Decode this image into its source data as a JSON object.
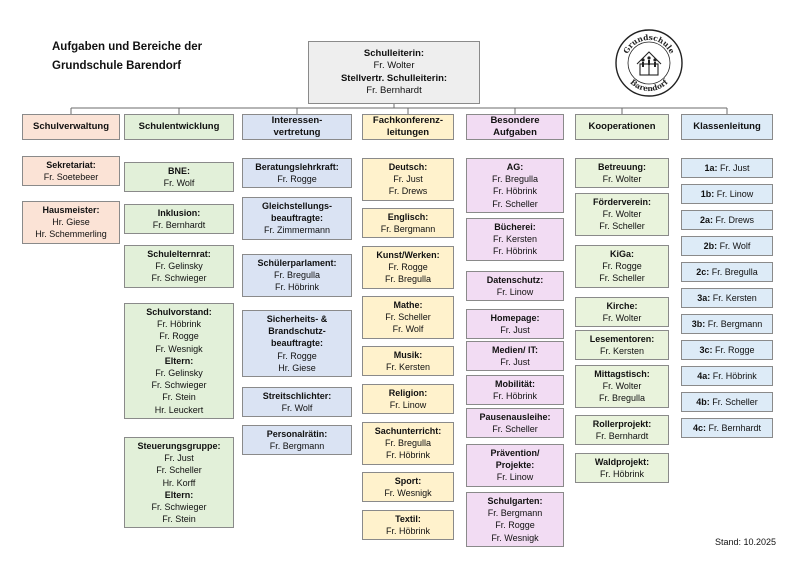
{
  "header": {
    "title_line1": "Aufgaben und Bereiche der",
    "title_line2": "Grundschule Barendorf",
    "stand": "Stand: 10.2025",
    "logo_text_top": "Grundschule",
    "logo_text_bottom": "Barendorf"
  },
  "root": {
    "lines": [
      {
        "t": "Schulleiterin:",
        "b": true
      },
      {
        "t": "Fr. Wolter",
        "b": false
      },
      {
        "t": "Stellvertr. Schulleiterin:",
        "b": true
      },
      {
        "t": "Fr. Bernhardt",
        "b": false
      }
    ]
  },
  "columns": [
    {
      "header": [
        "Schulverwaltung"
      ],
      "color": "#fbe3d6",
      "items": [
        [
          {
            "t": "Sekretariat:",
            "b": true
          },
          {
            "t": "Fr. Soetebeer",
            "b": false
          }
        ],
        [
          {
            "t": "Hausmeister:",
            "b": true
          },
          {
            "t": "Hr. Giese",
            "b": false
          },
          {
            "t": "Hr. Schemmerling",
            "b": false
          }
        ]
      ]
    },
    {
      "header": [
        "Schulentwicklung"
      ],
      "color": "#e2f0d9",
      "items": [
        [
          {
            "t": "BNE:",
            "b": true
          },
          {
            "t": "Fr. Wolf",
            "b": false
          }
        ],
        [
          {
            "t": "Inklusion:",
            "b": true
          },
          {
            "t": "Fr. Bernhardt",
            "b": false
          }
        ],
        [
          {
            "t": "Schulelternrat:",
            "b": true
          },
          {
            "t": "Fr. Gelinsky",
            "b": false
          },
          {
            "t": "Fr. Schwieger",
            "b": false
          }
        ],
        [
          {
            "t": "Schulvorstand:",
            "b": true
          },
          {
            "t": "Fr. Höbrink",
            "b": false
          },
          {
            "t": "Fr. Rogge",
            "b": false
          },
          {
            "t": "Fr. Wesnigk",
            "b": false
          },
          {
            "t": "Eltern:",
            "b": true
          },
          {
            "t": "Fr. Gelinsky",
            "b": false
          },
          {
            "t": "Fr. Schwieger",
            "b": false
          },
          {
            "t": "Fr. Stein",
            "b": false
          },
          {
            "t": "Hr. Leuckert",
            "b": false
          }
        ],
        [
          {
            "t": "Steuerungsgruppe:",
            "b": true
          },
          {
            "t": "Fr. Just",
            "b": false
          },
          {
            "t": "Fr. Scheller",
            "b": false
          },
          {
            "t": "Hr. Korff",
            "b": false
          },
          {
            "t": "Eltern:",
            "b": true
          },
          {
            "t": "Fr. Schwieger",
            "b": false
          },
          {
            "t": "Fr. Stein",
            "b": false
          }
        ]
      ]
    },
    {
      "header": [
        "Interessen-",
        "vertretung"
      ],
      "color": "#dae3f3",
      "items": [
        [
          {
            "t": "Beratungslehrkraft:",
            "b": true
          },
          {
            "t": "Fr. Rogge",
            "b": false
          }
        ],
        [
          {
            "t": "Gleichstellungs-",
            "b": true
          },
          {
            "t": "beauftragte:",
            "b": true
          },
          {
            "t": "Fr. Zimmermann",
            "b": false
          }
        ],
        [
          {
            "t": "Schülerparlament:",
            "b": true
          },
          {
            "t": "Fr. Bregulla",
            "b": false
          },
          {
            "t": "Fr. Höbrink",
            "b": false
          }
        ],
        [
          {
            "t": "Sicherheits- &",
            "b": true
          },
          {
            "t": "Brandschutz-",
            "b": true
          },
          {
            "t": "beauftragte:",
            "b": true
          },
          {
            "t": "Fr. Rogge",
            "b": false
          },
          {
            "t": "Hr. Giese",
            "b": false
          }
        ],
        [
          {
            "t": "Streitschlichter:",
            "b": true
          },
          {
            "t": "Fr. Wolf",
            "b": false
          }
        ],
        [
          {
            "t": "Personalrätin:",
            "b": true
          },
          {
            "t": "Fr. Bergmann",
            "b": false
          }
        ]
      ]
    },
    {
      "header": [
        "Fachkonferenz-",
        "leitungen"
      ],
      "color": "#fff2cc",
      "items": [
        [
          {
            "t": "Deutsch:",
            "b": true
          },
          {
            "t": "Fr. Just",
            "b": false
          },
          {
            "t": "Fr. Drews",
            "b": false
          }
        ],
        [
          {
            "t": "Englisch:",
            "b": true
          },
          {
            "t": "Fr. Bergmann",
            "b": false
          }
        ],
        [
          {
            "t": "Kunst/Werken:",
            "b": true
          },
          {
            "t": "Fr. Rogge",
            "b": false
          },
          {
            "t": "Fr. Bregulla",
            "b": false
          }
        ],
        [
          {
            "t": "Mathe:",
            "b": true
          },
          {
            "t": "Fr. Scheller",
            "b": false
          },
          {
            "t": "Fr. Wolf",
            "b": false
          }
        ],
        [
          {
            "t": "Musik:",
            "b": true
          },
          {
            "t": "Fr. Kersten",
            "b": false
          }
        ],
        [
          {
            "t": "Religion:",
            "b": true
          },
          {
            "t": "Fr. Linow",
            "b": false
          }
        ],
        [
          {
            "t": "Sachunterricht:",
            "b": true
          },
          {
            "t": "Fr. Bregulla",
            "b": false
          },
          {
            "t": "Fr. Höbrink",
            "b": false
          }
        ],
        [
          {
            "t": "Sport:",
            "b": true
          },
          {
            "t": "Fr. Wesnigk",
            "b": false
          }
        ],
        [
          {
            "t": "Textil:",
            "b": true
          },
          {
            "t": "Fr. Höbrink",
            "b": false
          }
        ]
      ]
    },
    {
      "header": [
        "Besondere",
        "Aufgaben"
      ],
      "color": "#f2dcf3",
      "items": [
        [
          {
            "t": "AG:",
            "b": true
          },
          {
            "t": "Fr. Bregulla",
            "b": false
          },
          {
            "t": "Fr. Höbrink",
            "b": false
          },
          {
            "t": "Fr. Scheller",
            "b": false
          }
        ],
        [
          {
            "t": "Bücherei:",
            "b": true
          },
          {
            "t": "Fr. Kersten",
            "b": false
          },
          {
            "t": "Fr. Höbrink",
            "b": false
          }
        ],
        [
          {
            "t": "Datenschutz:",
            "b": true
          },
          {
            "t": "Fr. Linow",
            "b": false
          }
        ],
        [
          {
            "t": "Homepage:",
            "b": true
          },
          {
            "t": "Fr. Just",
            "b": false
          }
        ],
        [
          {
            "t": "Medien/ IT:",
            "b": true
          },
          {
            "t": "Fr. Just",
            "b": false
          }
        ],
        [
          {
            "t": "Mobilität:",
            "b": true
          },
          {
            "t": "Fr. Höbrink",
            "b": false
          }
        ],
        [
          {
            "t": "Pausenausleihe:",
            "b": true
          },
          {
            "t": "Fr. Scheller",
            "b": false
          }
        ],
        [
          {
            "t": "Prävention/",
            "b": true
          },
          {
            "t": "Projekte:",
            "b": true
          },
          {
            "t": "Fr. Linow",
            "b": false
          }
        ],
        [
          {
            "t": "Schulgarten:",
            "b": true
          },
          {
            "t": "Fr. Bergmann",
            "b": false
          },
          {
            "t": "Fr. Rogge",
            "b": false
          },
          {
            "t": "Fr. Wesnigk",
            "b": false
          }
        ]
      ]
    },
    {
      "header": [
        "Kooperationen"
      ],
      "color": "#e9f3dc",
      "items": [
        [
          {
            "t": "Betreuung:",
            "b": true
          },
          {
            "t": "Fr. Wolter",
            "b": false
          }
        ],
        [
          {
            "t": "Förderverein:",
            "b": true
          },
          {
            "t": "Fr. Wolter",
            "b": false
          },
          {
            "t": "Fr. Scheller",
            "b": false
          }
        ],
        [
          {
            "t": "KiGa:",
            "b": true
          },
          {
            "t": "Fr. Rogge",
            "b": false
          },
          {
            "t": "Fr. Scheller",
            "b": false
          }
        ],
        [
          {
            "t": "Kirche:",
            "b": true
          },
          {
            "t": "Fr. Wolter",
            "b": false
          }
        ],
        [
          {
            "t": "Lesementoren:",
            "b": true
          },
          {
            "t": "Fr. Kersten",
            "b": false
          }
        ],
        [
          {
            "t": "Mittagstisch:",
            "b": true
          },
          {
            "t": "Fr. Wolter",
            "b": false
          },
          {
            "t": "Fr. Bregulla",
            "b": false
          }
        ],
        [
          {
            "t": "Rollerprojekt:",
            "b": true
          },
          {
            "t": "Fr. Bernhardt",
            "b": false
          }
        ],
        [
          {
            "t": "Waldprojekt:",
            "b": true
          },
          {
            "t": "Fr. Höbrink",
            "b": false
          }
        ]
      ]
    },
    {
      "header": [
        "Klassenleitung"
      ],
      "color": "#ddebf7",
      "items": [
        [
          {
            "t": "1a:",
            "b": true,
            "n": "Fr. Just"
          }
        ],
        [
          {
            "t": "1b:",
            "b": true,
            "n": "Fr. Linow"
          }
        ],
        [
          {
            "t": "2a:",
            "b": true,
            "n": "Fr. Drews"
          }
        ],
        [
          {
            "t": "2b:",
            "b": true,
            "n": "Fr. Wolf"
          }
        ],
        [
          {
            "t": "2c:",
            "b": true,
            "n": "Fr. Bregulla"
          }
        ],
        [
          {
            "t": "3a:",
            "b": true,
            "n": "Fr. Kersten"
          }
        ],
        [
          {
            "t": "3b:",
            "b": true,
            "n": "Fr. Bergmann"
          }
        ],
        [
          {
            "t": "3c:",
            "b": true,
            "n": "Fr. Rogge"
          }
        ],
        [
          {
            "t": "4a:",
            "b": true,
            "n": "Fr. Höbrink"
          }
        ],
        [
          {
            "t": "4b:",
            "b": true,
            "n": "Fr. Scheller"
          }
        ],
        [
          {
            "t": "4c:",
            "b": true,
            "n": "Fr. Bernhardt"
          }
        ]
      ]
    }
  ]
}
